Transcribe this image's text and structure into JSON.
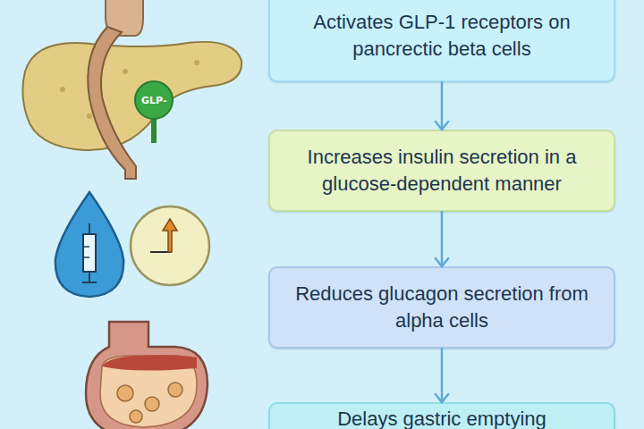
{
  "diagram": {
    "nodes": [
      {
        "text": [
          "Activates GLP-1 receptors on pancrectic beta cells"
        ]
      },
      {
        "text": [
          "Increases insulin secretion in a glucose-dependent manner"
        ]
      },
      {
        "text": [
          "Reduces glucagon secretion from alpha cells"
        ]
      },
      {
        "text": [
          "Delays gastric emptying"
        ]
      }
    ],
    "edges": [
      {
        "from": 0,
        "to": 1,
        "arrow": "to"
      },
      {
        "from": 1,
        "to": 2,
        "arrow": "to"
      },
      {
        "from": 2,
        "to": 3,
        "arrow": "to"
      }
    ],
    "labels": [
      "GLP-"
    ]
  }
}
